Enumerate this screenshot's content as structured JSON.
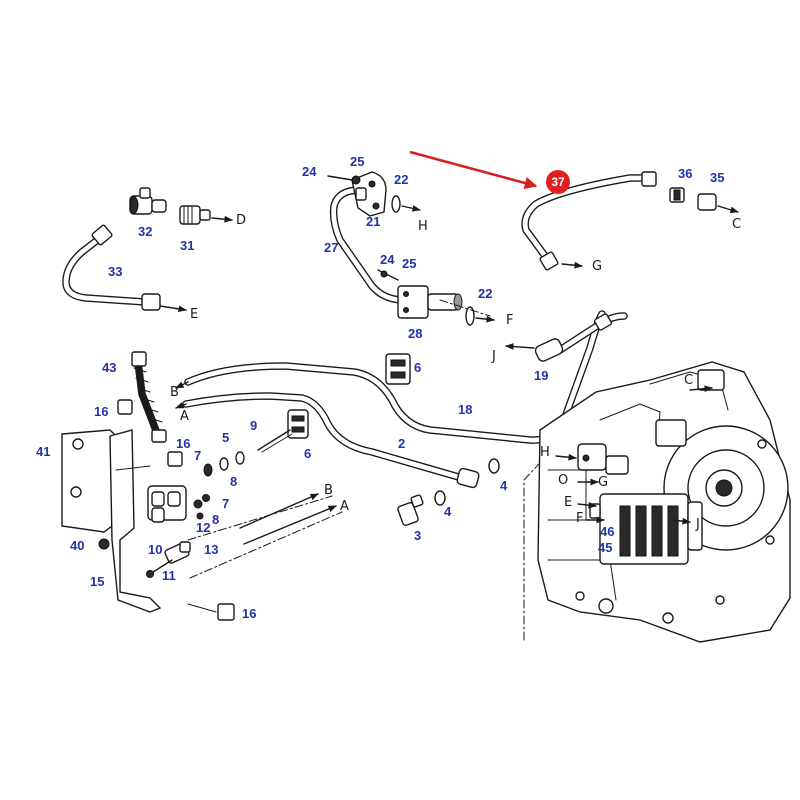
{
  "highlight": {
    "part_number": "37",
    "color": "#e02020",
    "arrow_color": "#d62020"
  },
  "callouts": {
    "p24a": "24",
    "p25a": "25",
    "p22a": "22",
    "p21": "21",
    "p27": "27",
    "p24b": "24",
    "p25b": "25",
    "p22b": "22",
    "p28": "28",
    "p36": "36",
    "p35": "35",
    "p32": "32",
    "p31": "31",
    "p33": "33",
    "p43": "43",
    "p16a": "16",
    "p16b": "16",
    "p16c": "16",
    "p41": "41",
    "p40": "40",
    "p15": "15",
    "p7a": "7",
    "p5": "5",
    "p9": "9",
    "p6a": "6",
    "p6b": "6",
    "p8a": "8",
    "p7b": "7",
    "p12": "12",
    "p8b": "8",
    "p10": "10",
    "p13": "13",
    "p11": "11",
    "p2": "2",
    "p18": "18",
    "p19": "19",
    "p3": "3",
    "p4a": "4",
    "p4b": "4",
    "p46": "46",
    "p45": "45"
  },
  "connectors": {
    "D1": "D",
    "E1": "E",
    "H1": "H",
    "F1": "F",
    "C1": "C",
    "G1": "G",
    "J1": "J",
    "B1": "B",
    "A1": "A",
    "B2": "B",
    "A2": "A",
    "H2": "H",
    "O2": "O",
    "G2": "G",
    "C2": "C",
    "E2": "E",
    "F2": "F",
    "J2": "J"
  },
  "colors": {
    "callout": "#2233aa",
    "line": "#1a1a1a",
    "background": "#ffffff"
  }
}
